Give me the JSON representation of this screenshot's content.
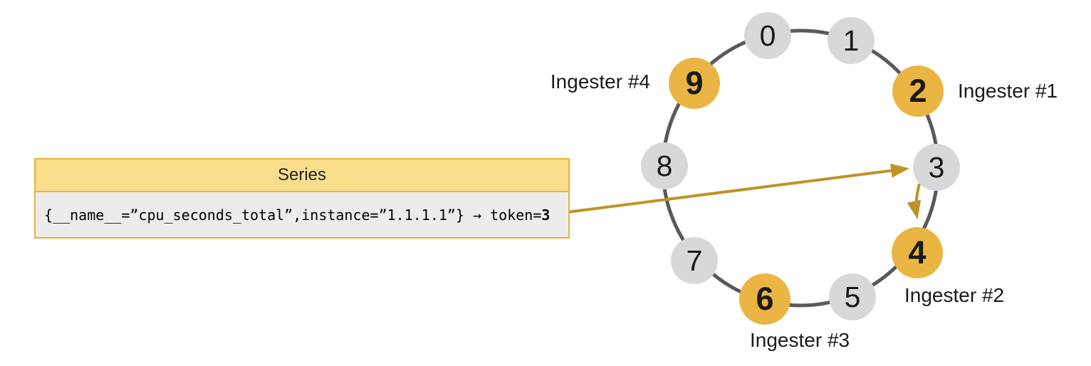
{
  "series_box": {
    "header": "Series",
    "annotation_prefix": "{__name__=”cpu_seconds_total”,instance=”1.1.1.1”} → token=",
    "token_value": "3"
  },
  "ring": {
    "nodes": [
      {
        "value": "0",
        "state": "unowned"
      },
      {
        "value": "1",
        "state": "unowned"
      },
      {
        "value": "2",
        "state": "owned",
        "ingester": "Ingester #1"
      },
      {
        "value": "3",
        "state": "unowned"
      },
      {
        "value": "4",
        "state": "owned",
        "ingester": "Ingester #2"
      },
      {
        "value": "5",
        "state": "unowned"
      },
      {
        "value": "6",
        "state": "owned",
        "ingester": "Ingester #3"
      },
      {
        "value": "7",
        "state": "unowned"
      },
      {
        "value": "8",
        "state": "unowned"
      },
      {
        "value": "9",
        "state": "owned",
        "ingester": "Ingester #4"
      }
    ]
  },
  "colors": {
    "owned_node": "#EAB542",
    "unowned_node": "#D8D8DA",
    "ring_stroke": "#58595B",
    "arrow": "#BE9425",
    "box_border": "#E8B13F",
    "box_header_bg": "#FADE8C",
    "box_body_bg": "#ECECED",
    "text": "#1A1A1A"
  }
}
